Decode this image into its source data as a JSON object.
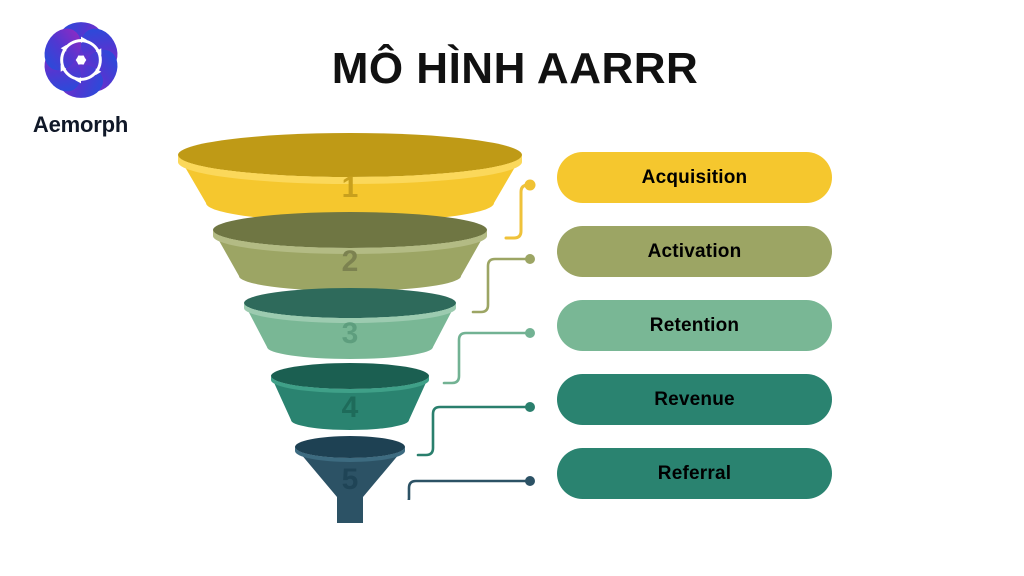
{
  "brand": {
    "name": "Aemorph",
    "logo_icon": "aemorph-flower-logo",
    "logo_gradient_from": "#2A4BDA",
    "logo_gradient_to": "#8A2BC4"
  },
  "title": "MÔ HÌNH AARRR",
  "background": "#FFFFFF",
  "chart_data": {
    "type": "funnel",
    "title": "MÔ HÌNH AARRR",
    "xlabel": "",
    "ylabel": "",
    "legend_position": "right",
    "grid": false,
    "categories": [
      "Acquisition",
      "Activation",
      "Retention",
      "Revenue",
      "Referral"
    ],
    "values": [
      5,
      4,
      3,
      2,
      1
    ],
    "stage_numbers": [
      "1",
      "2",
      "3",
      "4",
      "5"
    ],
    "colors": [
      "#F5C72E",
      "#9CA564",
      "#79B795",
      "#2A8370",
      "#2C5265"
    ],
    "rim_colors": [
      "#BF9A16",
      "#6F7643",
      "#2E6A5B",
      "#1B5F51",
      "#1E4153"
    ],
    "highlight_colors": [
      "#FBD85A",
      "#B3BB84",
      "#9CCBB0",
      "#3FA088",
      "#3D6B80"
    ],
    "number_colors": [
      "#C8A01D",
      "#7C8250",
      "#5E9E7E",
      "#1E6B5A",
      "#1F4456"
    ]
  },
  "funnel": {
    "stages": [
      {
        "number": "1",
        "label": "Acquisition",
        "color": "#F5C72E",
        "rim_color": "#BF9A16",
        "highlight_color": "#FBD85A",
        "number_color": "#C8A01D",
        "dot_color": "#F0C233",
        "line_color": "#EFC23A"
      },
      {
        "number": "2",
        "label": "Activation",
        "color": "#9CA564",
        "rim_color": "#6F7643",
        "highlight_color": "#B3BB84",
        "number_color": "#7C8250",
        "dot_color": "#9CA564",
        "line_color": "#9CA564"
      },
      {
        "number": "3",
        "label": "Retention",
        "color": "#79B795",
        "rim_color": "#2E6A5B",
        "highlight_color": "#9CCBB0",
        "number_color": "#5E9E7E",
        "dot_color": "#72B293",
        "line_color": "#72B293"
      },
      {
        "number": "4",
        "label": "Revenue",
        "color": "#2A8370",
        "rim_color": "#1B5F51",
        "highlight_color": "#3FA088",
        "number_color": "#1E6B5A",
        "dot_color": "#2A7F6D",
        "line_color": "#2A7F6D"
      },
      {
        "number": "5",
        "label": "Referral",
        "color": "#2C5265",
        "rim_color": "#1E4153",
        "highlight_color": "#3D6B80",
        "number_color": "#1F4456",
        "dot_color": "#2C5265",
        "line_color": "#2C5265"
      }
    ]
  },
  "labels": [
    {
      "text": "Acquisition",
      "fill": "#F5C72E",
      "text_color": "#000000"
    },
    {
      "text": "Activation",
      "fill": "#9CA564",
      "text_color": "#000000"
    },
    {
      "text": "Retention",
      "fill": "#79B795",
      "text_color": "#000000"
    },
    {
      "text": "Revenue",
      "fill": "#2A8370",
      "text_color": "#000000"
    },
    {
      "text": "Referral",
      "fill": "#2A8370",
      "text_color": "#000000"
    }
  ]
}
